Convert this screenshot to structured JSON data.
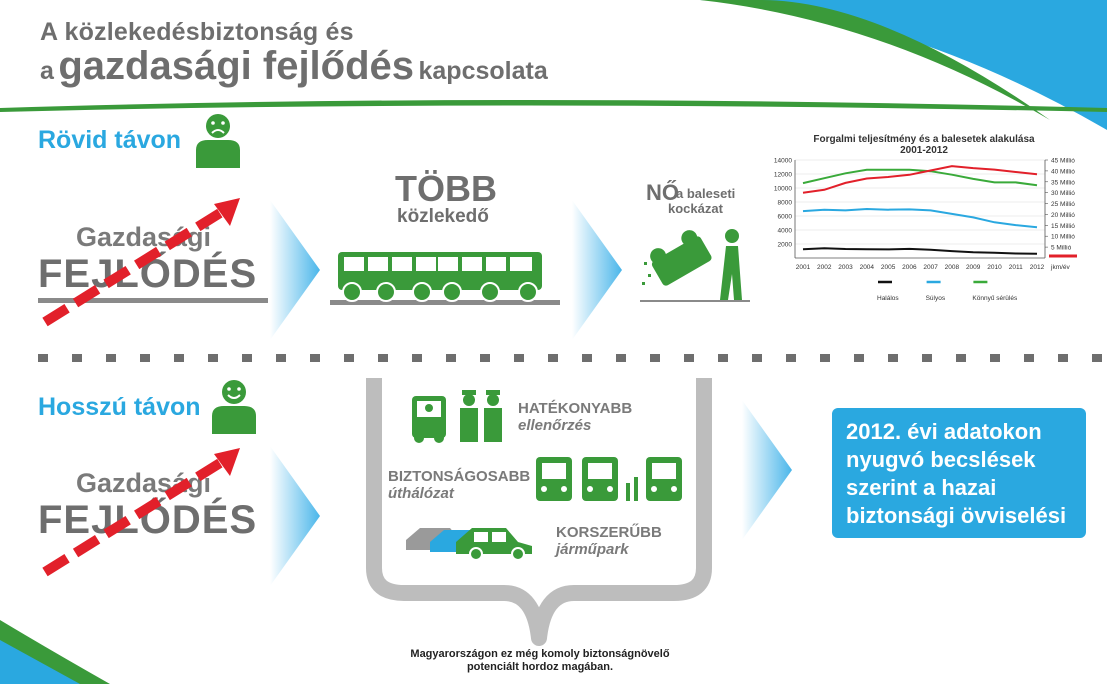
{
  "title": {
    "line1": "A közlekedésbiztonság és",
    "line2_a": "a",
    "line2_b": "gazdasági fejlődés",
    "line2_c": "kapcsolata"
  },
  "short_term": {
    "label": "Rövid távon",
    "gazdasagi": "Gazdasági",
    "fejlodes": "FEJLŐDÉS",
    "more": "TÖBB",
    "traffic": "közlekedő",
    "increase": "NŐ",
    "accident_risk_a": "a baleseti",
    "accident_risk_b": "kockázat"
  },
  "long_term": {
    "label": "Hosszú távon",
    "gazdasagi": "Gazdasági",
    "fejlodes": "FEJLŐDÉS",
    "items": [
      {
        "bold": "HATÉKONYABB",
        "sub": "ellenőrzés"
      },
      {
        "bold": "BIZTONSÁGOSABB",
        "sub": "úthálózat"
      },
      {
        "bold": "KORSZERŰBB",
        "sub": "járműpark"
      }
    ],
    "note_line1": "Magyarországon ez még komoly biztonságnövelő",
    "note_line2": "potenciált hordoz magában."
  },
  "result_box": {
    "line1": "2012. évi adatokon",
    "line2": "nyugvó becslések",
    "line3": "szerint a hazai",
    "line4": "biztonsági övviselési"
  },
  "colors": {
    "green": "#3a9a3a",
    "blue": "#2aa8e0",
    "red": "#e2202a",
    "grey": "#6e6e6e"
  },
  "chart_data": {
    "type": "line",
    "title_line1": "Forgalmi teljesítmény és a balesetek alakulása",
    "title_line2": "2001-2012",
    "x": [
      "2001",
      "2002",
      "2003",
      "2004",
      "2005",
      "2006",
      "2007",
      "2008",
      "2009",
      "2010",
      "2011",
      "2012"
    ],
    "ylim_left": [
      0,
      14000
    ],
    "yticks_left": [
      "2000",
      "4000",
      "6000",
      "8000",
      "10000",
      "12000",
      "14000"
    ],
    "ylim_right": [
      0,
      45
    ],
    "yticks_right": [
      "5 Millió",
      "10 Millió",
      "15 Millió",
      "20 Millió",
      "25 Millió",
      "30 Millió",
      "35 Millió",
      "40 Millió",
      "45 Millió"
    ],
    "right_unit": "jkm/év",
    "series": [
      {
        "name": "Halálos",
        "color": "#111111",
        "axis": "left",
        "values": [
          1240,
          1400,
          1280,
          1260,
          1230,
          1300,
          1170,
          990,
          820,
          740,
          640,
          600
        ]
      },
      {
        "name": "Súlyos",
        "color": "#2aa8e0",
        "axis": "left",
        "values": [
          6700,
          6900,
          6800,
          7000,
          6900,
          6950,
          6800,
          6300,
          5800,
          5100,
          4700,
          4400
        ]
      },
      {
        "name": "Könnyű sérülés",
        "color": "#3aaa3a",
        "axis": "left",
        "values": [
          10700,
          11400,
          12100,
          12600,
          12600,
          12600,
          12400,
          11900,
          11300,
          10800,
          10800,
          10400
        ]
      },
      {
        "name": "",
        "color": "#e2202a",
        "axis": "right",
        "values": [
          30,
          31.3,
          34.5,
          36.5,
          37.2,
          38.2,
          40.2,
          42.2,
          41.3,
          40.6,
          39.5,
          38.5
        ]
      }
    ]
  }
}
